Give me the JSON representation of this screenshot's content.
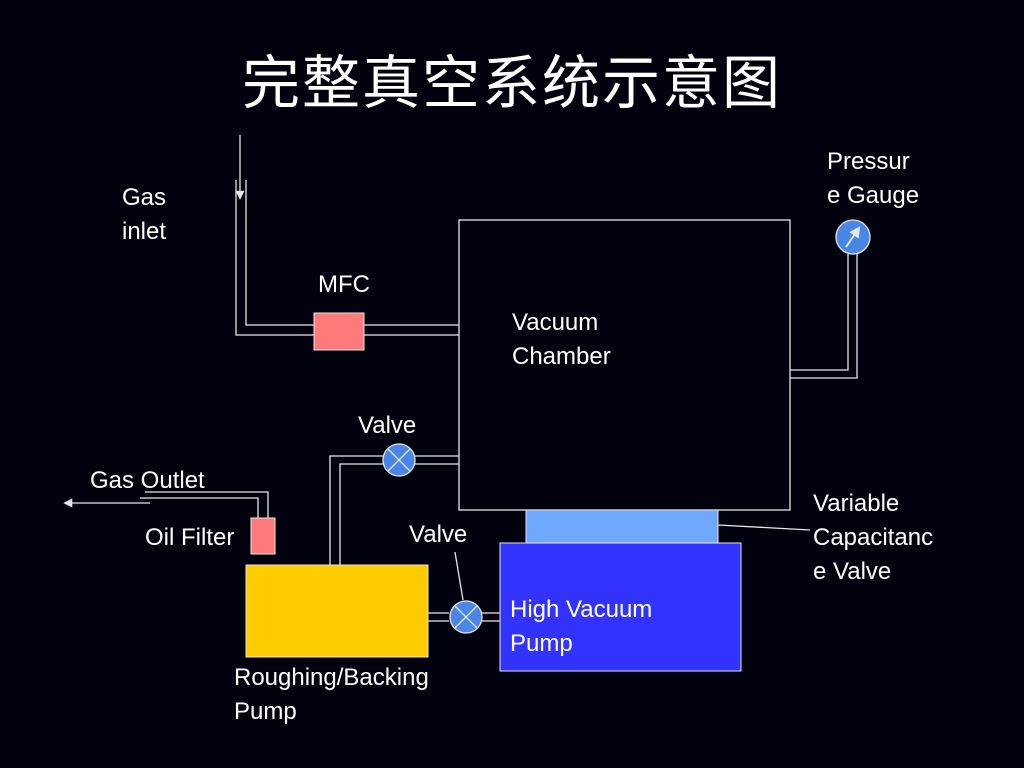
{
  "title": "完整真空系统示意图",
  "labels": {
    "gas_inlet": "Gas\ninlet",
    "mfc": "MFC",
    "vacuum_chamber": "Vacuum\nChamber",
    "pressure_gauge": "Pressur\ne Gauge",
    "valve_upper": "Valve",
    "gas_outlet": "Gas Outlet",
    "oil_filter": "Oil Filter",
    "valve_lower": "Valve",
    "variable_capacitance_valve": "Variable\nCapacitanc\ne Valve",
    "high_vacuum_pump": "High Vacuum\nPump",
    "roughing_pump": "Roughing/Backing\nPump"
  },
  "colors": {
    "background": "#02020f",
    "line": "#e6e6e6",
    "mfc_fill": "#ff7b7b",
    "roughing_pump_fill": "#ffcc00",
    "high_vacuum_pump_fill": "#3333ff",
    "capacitance_valve_fill": "#6fa8ff",
    "valve_fill": "#4a86e8"
  },
  "icons": {
    "valve": "valve-cross-icon",
    "pressure_gauge": "gauge-needle-icon",
    "gas_inlet_arrow": "arrow-down-icon",
    "gas_outlet_arrow": "arrow-left-icon"
  }
}
